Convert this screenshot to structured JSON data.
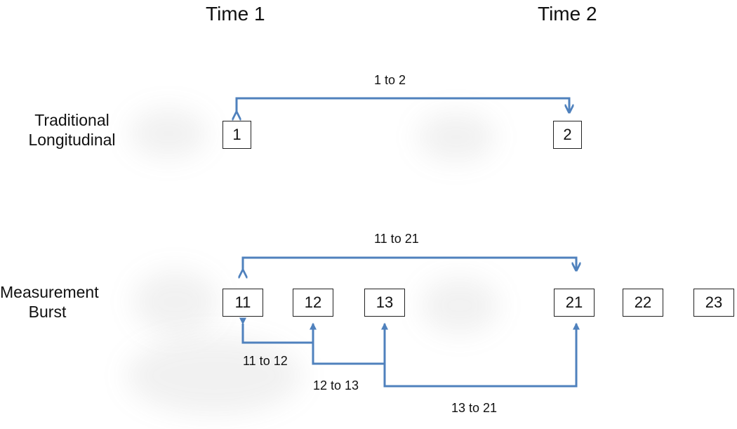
{
  "colors": {
    "arrow": "#4f81bd",
    "box_border": "#222222",
    "text": "#111111"
  },
  "headers": {
    "time1": "Time 1",
    "time2": "Time 2"
  },
  "rows": {
    "traditional": {
      "line1": "Traditional",
      "line2": "Longitudinal"
    },
    "burst": {
      "line1": "Measurement",
      "line2": "Burst"
    }
  },
  "boxes": {
    "b1": "1",
    "b2": "2",
    "b11": "11",
    "b12": "12",
    "b13": "13",
    "b21": "21",
    "b22": "22",
    "b23": "23"
  },
  "edges": {
    "e1_2": "1 to 2",
    "e11_21": "11 to 21",
    "e11_12": "11 to 12",
    "e12_13": "12 to 13",
    "e13_21": "13 to 21"
  }
}
